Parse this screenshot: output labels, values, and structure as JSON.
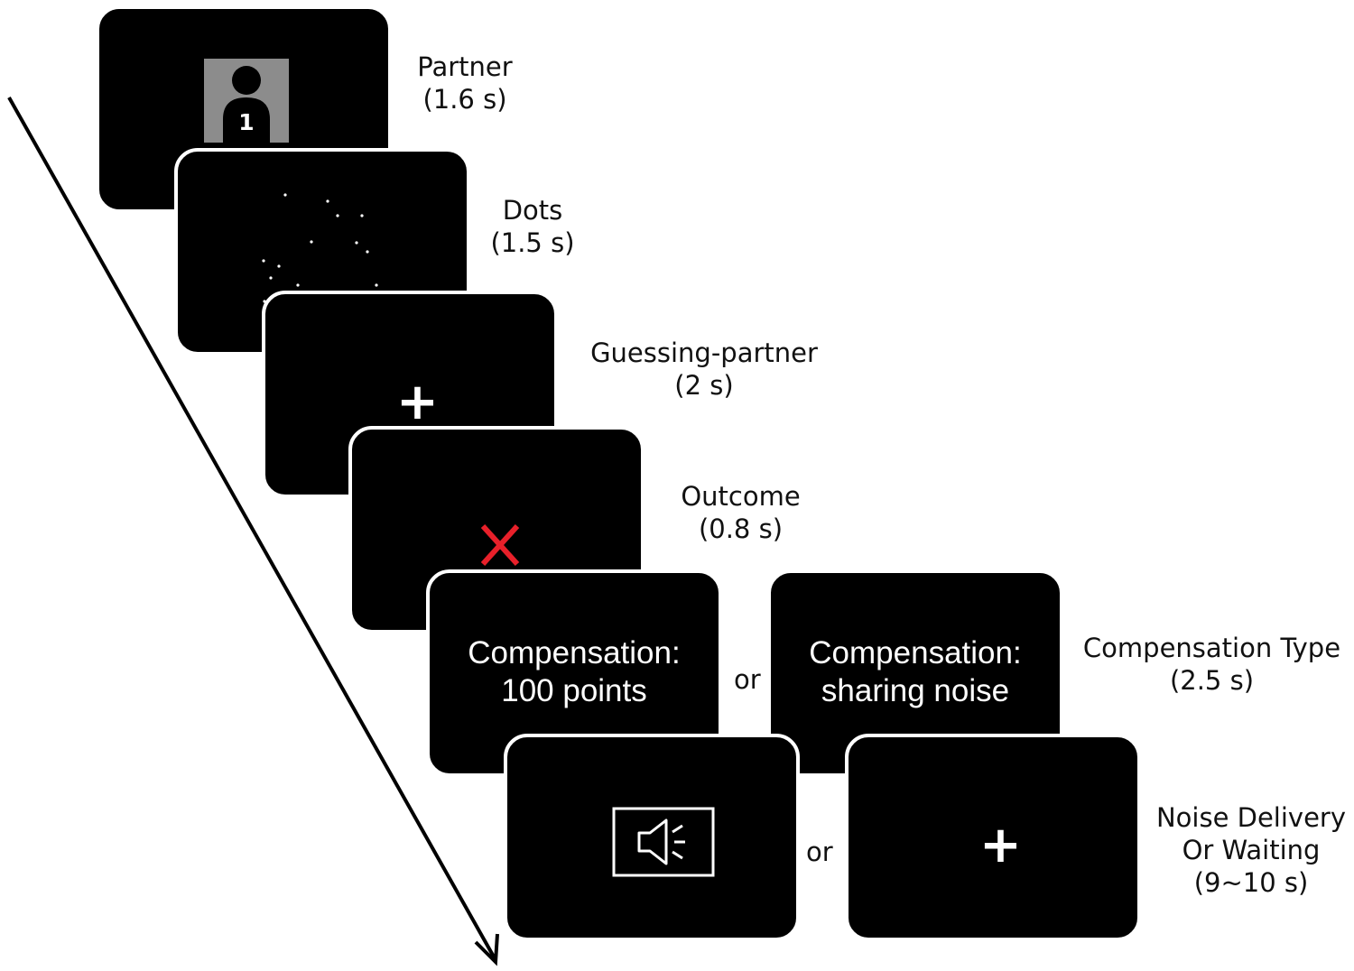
{
  "steps": {
    "partner": {
      "name": "Partner",
      "duration": "(1.6 s)",
      "avatar_number": "1"
    },
    "dots": {
      "name": "Dots",
      "duration": "(1.5 s)"
    },
    "guessing": {
      "name": "Guessing-partner",
      "duration": "(2 s)",
      "symbol": "+"
    },
    "outcome": {
      "name": "Outcome",
      "duration": "(0.8 s)",
      "mark_color": "#e8202a"
    },
    "compensation": {
      "name": "Compensation Type",
      "duration": "(2.5 s)",
      "option_a": {
        "line1": "Compensation:",
        "line2": "100 points"
      },
      "option_b": {
        "line1": "Compensation:",
        "line2": "sharing noise"
      },
      "or": "or"
    },
    "noise": {
      "line1": "Noise Delivery",
      "line2": "Or Waiting",
      "duration": "(9~10 s)",
      "or": "or",
      "symbol": "+"
    }
  },
  "icons": [
    "person-silhouette-icon",
    "speaker-icon",
    "time-arrow-icon",
    "red-x-icon"
  ]
}
